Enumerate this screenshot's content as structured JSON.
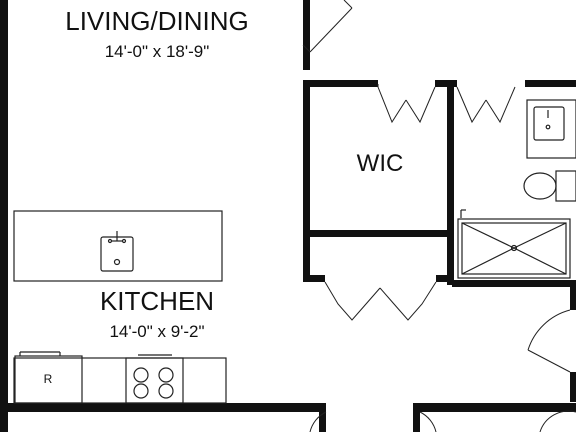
{
  "rooms": {
    "living": {
      "name": "LIVING/DINING",
      "dims": "14'-0\" x 18'-9\""
    },
    "kitchen": {
      "name": "KITCHEN",
      "dims": "14'-0\" x 9'-2\""
    },
    "wic": {
      "name": "WIC"
    }
  },
  "appliances": {
    "refrigerator": "R"
  },
  "colors": {
    "wall": "#111111",
    "line": "#222222",
    "background": "#ffffff"
  }
}
